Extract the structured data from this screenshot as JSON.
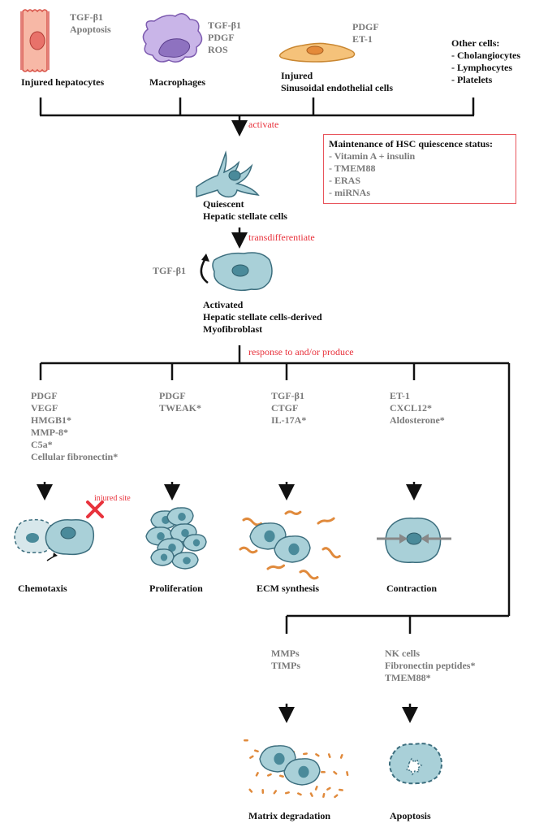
{
  "top_sources": {
    "hepatocytes": {
      "label": "Injured hepatocytes",
      "factors": [
        "TGF-β1",
        "Apoptosis"
      ]
    },
    "macrophages": {
      "label": "Macrophages",
      "factors": [
        "TGF-β1",
        "PDGF",
        "ROS"
      ]
    },
    "endothelial": {
      "label_line1": "Injured",
      "label_line2": "Sinusoidal endothelial cells",
      "factors": [
        "PDGF",
        "ET-1"
      ]
    },
    "other": {
      "title": "Other cells:",
      "items": [
        "- Cholangiocytes",
        "- Lymphocytes",
        "- Platelets"
      ]
    }
  },
  "arrows": {
    "activate": "activate",
    "transdifferentiate": "transdifferentiate",
    "response": "response to and/or produce"
  },
  "quiescent": {
    "line1": "Quiescent",
    "line2": "Hepatic stellate cells"
  },
  "hsc_box": {
    "title": "Maintenance of HSC quiescence status:",
    "items": [
      "- Vitamin A + insulin",
      "- TMEM88",
      "- ERAS",
      "- miRNAs"
    ]
  },
  "activated": {
    "autocrine": "TGF-β1",
    "line1": "Activated",
    "line2": "Hepatic stellate cells-derived",
    "line3": "Myofibroblast"
  },
  "branches": [
    {
      "factors": [
        "PDGF",
        "VEGF",
        "HMGB1*",
        "MMP-8*",
        "C5a*",
        "Cellular fibronectin*"
      ],
      "outcome": "Chemotaxis",
      "note": "injured site"
    },
    {
      "factors": [
        "PDGF",
        "TWEAK*"
      ],
      "outcome": "Proliferation"
    },
    {
      "factors": [
        "TGF-β1",
        "CTGF",
        "IL-17A*"
      ],
      "outcome": "ECM synthesis"
    },
    {
      "factors": [
        "ET-1",
        "CXCL12*",
        "Aldosterone*"
      ],
      "outcome": "Contraction"
    },
    {
      "factors": [
        "MMPs",
        "TIMPs"
      ],
      "outcome": "Matrix degradation"
    },
    {
      "factors": [
        "NK cells",
        "Fibronectin peptides*",
        "TMEM88*"
      ],
      "outcome": "Apoptosis"
    }
  ],
  "colors": {
    "cell_fill": "#a9d0d8",
    "cell_stroke": "#3c6e7e",
    "nucleus": "#4a8a9a",
    "hepatocyte_fill": "#f7b8a6",
    "hepatocyte_stroke": "#d9544a",
    "macrophage_fill": "#c9b5e8",
    "macrophage_stroke": "#7d5bb0",
    "endothelial_fill": "#f5c27a",
    "endothelial_stroke": "#c98630",
    "ecm_fiber": "#e08a3c",
    "red_text": "#e8323c",
    "gray_text": "#7a7a7a"
  }
}
